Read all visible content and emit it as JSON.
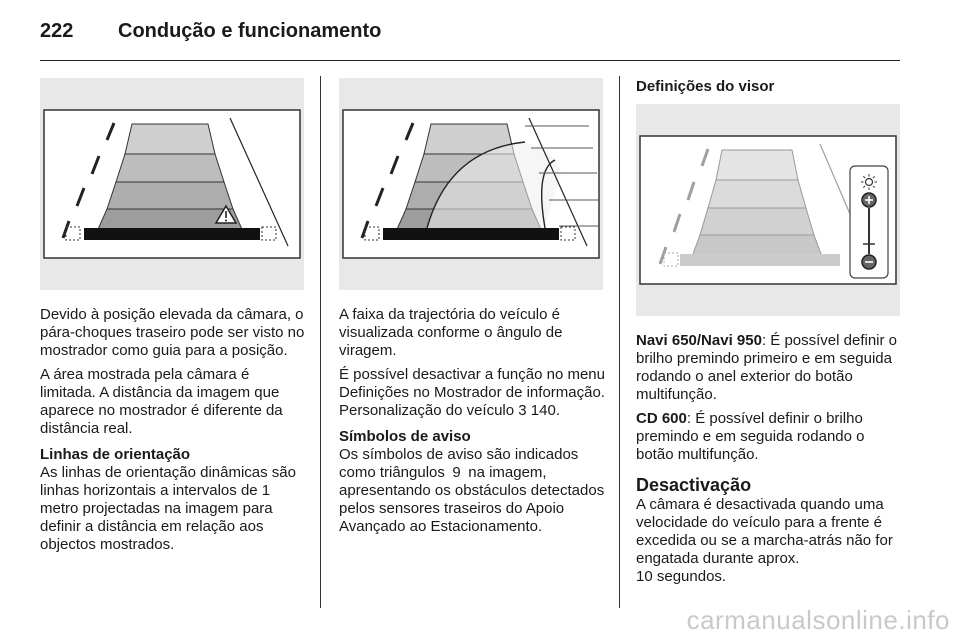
{
  "header": {
    "page_number": "222",
    "section_title": "Condução e funcionamento"
  },
  "col1": {
    "p1": "Devido à posição elevada da câmara, o pára-choques traseiro pode ser visto no mostrador como guia para a posição.",
    "p2": "A área mostrada pela câmara é limitada. A distância da imagem que aparece no mostrador é diferente da distância real.",
    "h1": "Linhas de orientação",
    "p3": "As linhas de orientação dinâmicas são linhas horizontais a intervalos de 1 metro projectadas na imagem para definir a distância em relação aos objectos mostrados."
  },
  "col2": {
    "p1": "A faixa da trajectória do veículo é visualizada conforme o ângulo de viragem.",
    "p2_before": "É possível desactivar a função no menu Definições no Mostrador de informação. Personalização do veículo ",
    "ref_icon": "page-reference-arrow",
    "ref_glyph": "3",
    "p2_page": " 140.",
    "h1": "Símbolos de aviso",
    "p3_before": "Os símbolos de aviso são indicados como triângulos ",
    "warn_icon": "warning-triangle",
    "warn_glyph": "9",
    "p3_after": " na imagem, apresentando os obstáculos detectados pelos sensores traseiros do Apoio Avançado ao Estacionamento."
  },
  "col3": {
    "h1": "Definições do visor",
    "p1_label": "Navi 650/Navi 950",
    "p1_text": ": É possível definir o brilho premindo primeiro e em seguida rodando o anel exterior do botão multifunção.",
    "p2_label": "CD 600",
    "p2_text": ": É possível definir o brilho premindo e em seguida rodando o botão multifunção.",
    "h2": "Desactivação",
    "p3": "A câmara é desactivada quando uma velocidade do veículo para a frente é excedida ou se a marcha-atrás não for engatada durante aprox.",
    "p3b": "10 segundos."
  },
  "footer": {
    "watermark": "carmanualsonline.info"
  }
}
